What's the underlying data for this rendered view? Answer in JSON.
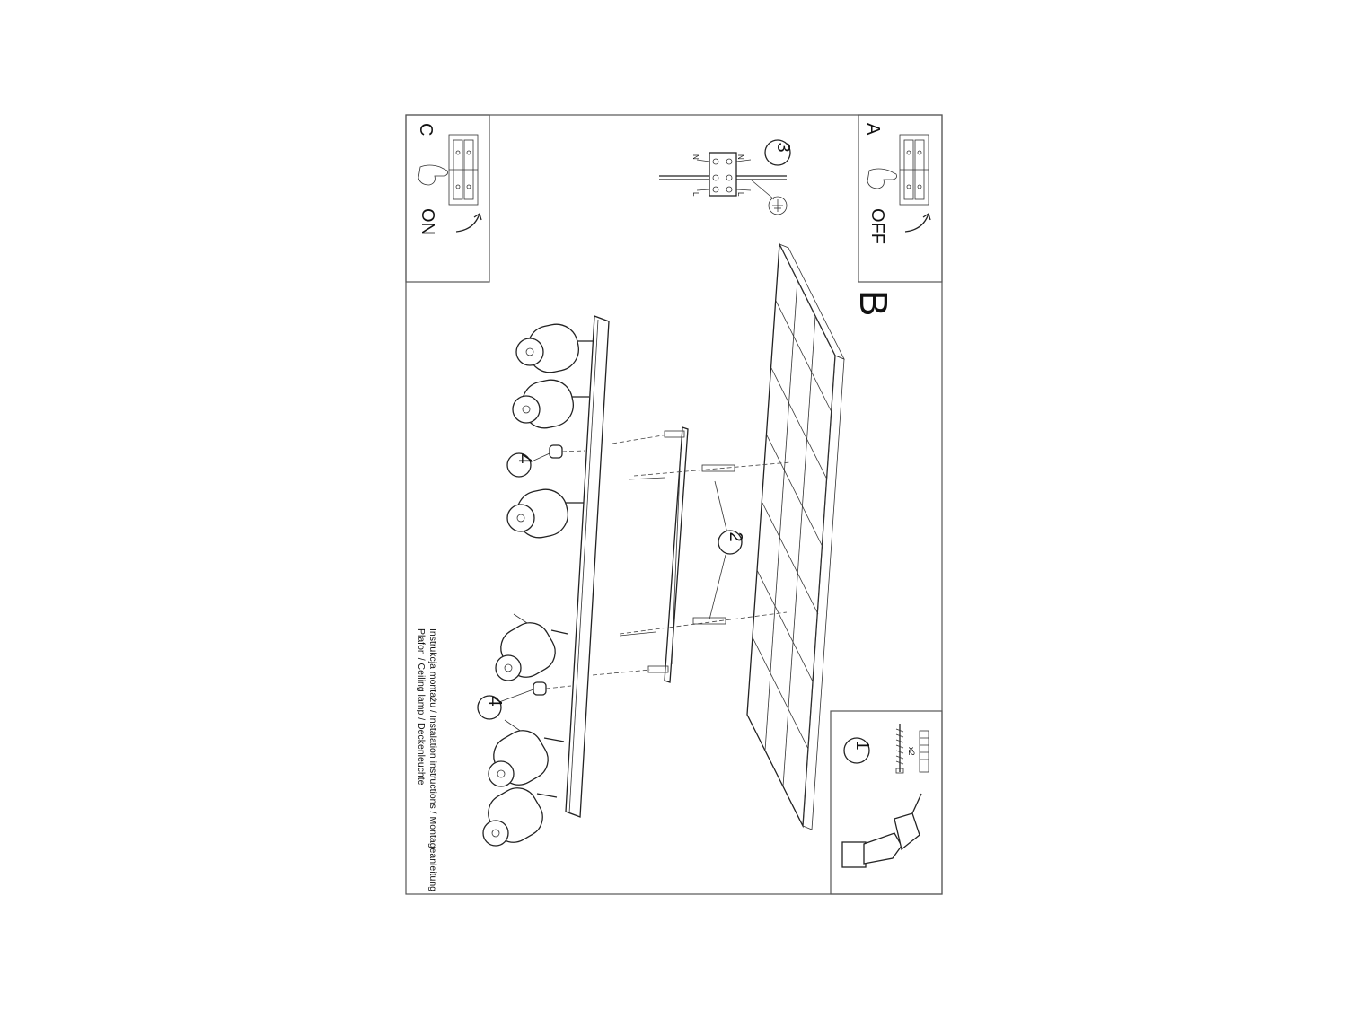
{
  "steps": {
    "a": {
      "letter": "A",
      "action": "OFF"
    },
    "b": {
      "letter": "B"
    },
    "c": {
      "letter": "C",
      "action": "ON"
    }
  },
  "callouts": {
    "tools": "1",
    "anchors": "2",
    "wiring": "3",
    "caps_upper": "4",
    "caps_lower": "4"
  },
  "quantity": "x2",
  "wiring_terminals": {
    "neutral": "N",
    "live": "L"
  },
  "caption": {
    "line1": "Instrukcja montażu / Instalation instructions / Montageanleitung",
    "line2": "Plafon / Ceiling lamp / Deckenleuchte"
  }
}
